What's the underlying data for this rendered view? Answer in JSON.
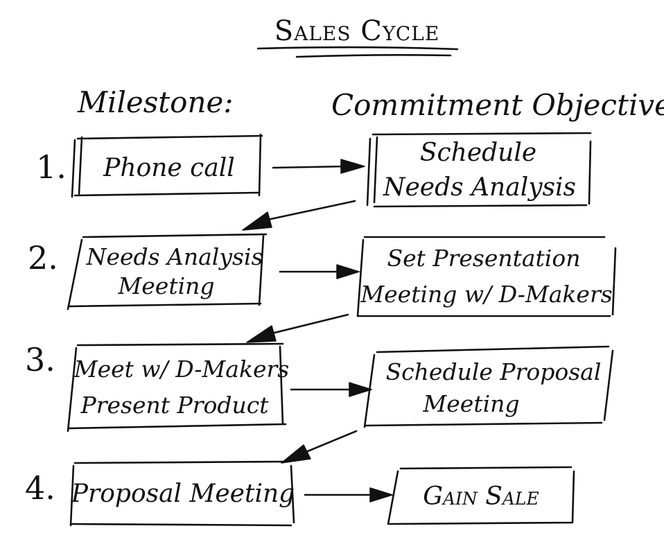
{
  "title": "Sales Cycle",
  "headers": {
    "milestone": "Milestone:",
    "objective": "Commitment Objective:"
  },
  "rows": [
    {
      "number": "1.",
      "milestone": [
        "Phone call"
      ],
      "objective": [
        "Schedule",
        "Needs Analysis"
      ]
    },
    {
      "number": "2.",
      "milestone": [
        "Needs Analysis",
        "Meeting"
      ],
      "objective": [
        "Set Presentation",
        "Meeting w/ D-Makers"
      ]
    },
    {
      "number": "3.",
      "milestone": [
        "Meet w/ D-Makers",
        "Present Product"
      ],
      "objective": [
        "Schedule Proposal",
        "Meeting"
      ]
    },
    {
      "number": "4.",
      "milestone": [
        "Proposal Meeting"
      ],
      "objective": [
        "Gain Sale"
      ]
    }
  ]
}
